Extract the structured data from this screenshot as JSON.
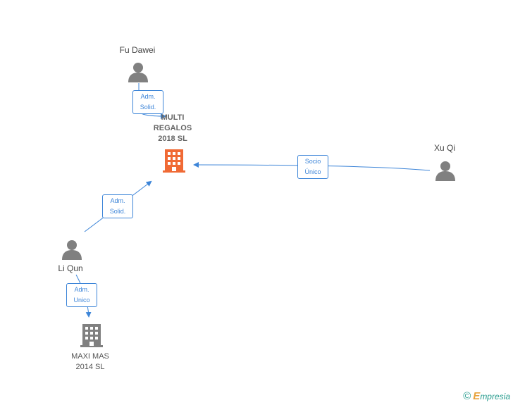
{
  "people": {
    "fu_dawei": "Fu Dawei",
    "xu_qi": "Xu Qi",
    "li_qun": "Li Qun"
  },
  "companies": {
    "multi_regalos": "MULTI\nREGALOS\n2018  SL",
    "maxi_mas": "MAXI MAS\n2014  SL"
  },
  "edges": {
    "fu_to_multi": {
      "line1": "Adm.",
      "line2": "Solid."
    },
    "xu_to_multi": {
      "line1": "Socio",
      "line2": "Único"
    },
    "li_to_multi": {
      "line1": "Adm.",
      "line2": "Solid."
    },
    "li_to_maxi": {
      "line1": "Adm.",
      "line2": "Unico"
    }
  },
  "footer": {
    "copyright": "©",
    "brand_first": "E",
    "brand_rest": "mpresia"
  },
  "colors": {
    "edge": "#3d85d8",
    "person": "#808080",
    "company_main": "#f06a35",
    "company_other": "#808080"
  }
}
